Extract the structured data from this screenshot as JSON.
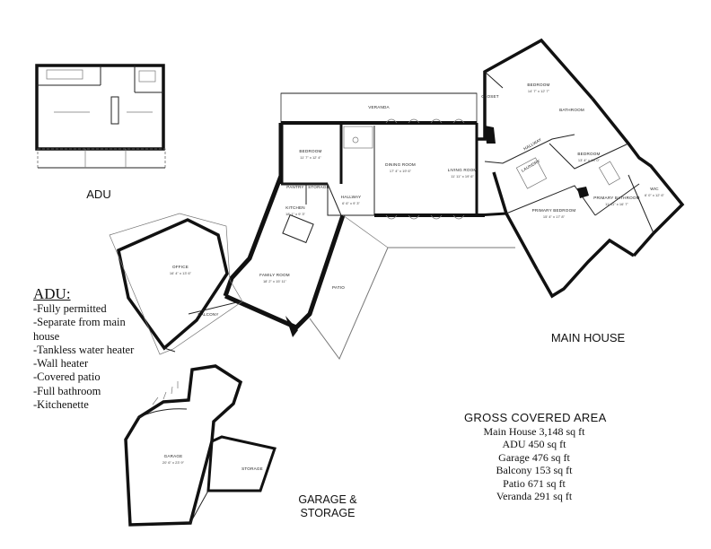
{
  "plans": {
    "adu_label": "ADU",
    "main_house_label": "MAIN HOUSE",
    "garage_label_line1": "GARAGE &",
    "garage_label_line2": "STORAGE"
  },
  "adu_notes": {
    "title": "ADU:",
    "items": [
      "-Fully permitted",
      "-Separate from main house",
      "-Tankless water heater",
      "-Wall heater",
      "-Covered patio",
      "-Full bathroom",
      "-Kitchenette"
    ]
  },
  "gross_area": {
    "title": "GROSS COVERED AREA",
    "items": [
      "Main House  3,148 sq ft",
      "ADU 450 sq ft",
      "Garage 476 sq ft",
      "Balcony 153 sq ft",
      "Patio 671 sq ft",
      "Veranda 291 sq ft"
    ]
  },
  "rooms": {
    "veranda": "VERANDA",
    "bedroom_left": "BEDROOM",
    "bedroom_left_dim": "11' 7\" x 12' 4\"",
    "dining": "DINING ROOM",
    "dining_dim": "17' 4\" x 19' 6\"",
    "living": "LIVING ROOM",
    "living_dim": "11' 11\" x 19' 6\"",
    "pantry": "PANTRY",
    "storage": "STORAGE",
    "hallway": "HALLWAY",
    "hallway_dim": "6' 6\" x 9' 3\"",
    "kitchen": "KITCHEN",
    "kitchen_dim": "18' 1\" x 9' 3\"",
    "family": "FAMILY ROOM",
    "family_dim": "18' 2\" x 15' 11\"",
    "patio": "PATIO",
    "office": "OFFICE",
    "office_dim": "16' 4\" x 13' 6\"",
    "balcony": "BALCONY",
    "closet": "CLOSET",
    "bedroom_top": "BEDROOM",
    "bedroom_top_dim": "14' 7\" x 12' 7\"",
    "bathroom": "BATHROOM",
    "hallway2": "HALLWAY",
    "laundry": "LAUNDRY",
    "bedroom_right": "BEDROOM",
    "bedroom_right_dim": "13' 4\" x 13' 0\"",
    "primary_bed": "PRIMARY BEDROOM",
    "primary_bed_dim": "15' 4\" x 17' 8\"",
    "primary_bath": "PRIMARY BATHROOM",
    "primary_bath_dim": "11' 11\" x 16' 7\"",
    "wic": "WIC",
    "wic_dim": "6' 0\" x 12' 6\"",
    "garage": "GARAGE",
    "garage_dim": "20' 6\" x 23' 9\"",
    "garage_storage": "STORAGE"
  }
}
